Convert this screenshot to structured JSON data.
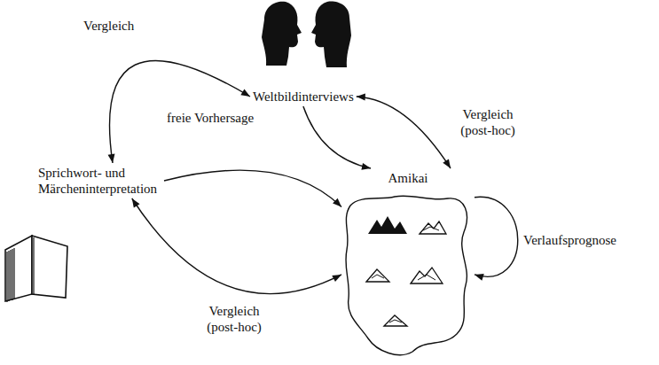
{
  "diagram": {
    "nodes": [
      {
        "text": [
          "Weltbildinterviews"
        ]
      },
      {
        "text": [
          "Sprichwort- und Märcheninterpretation"
        ]
      },
      {
        "text": [
          "Amikai"
        ]
      }
    ],
    "edges": [
      {
        "from": 0,
        "to": 1,
        "arrow": "both",
        "label": "Vergleich"
      },
      {
        "from": 0,
        "to": 2,
        "arrow": "to",
        "label": "freie Vorhersage"
      },
      {
        "from": 1,
        "to": 2,
        "arrow": "to"
      },
      {
        "from": 0,
        "to": 2,
        "arrow": "both",
        "label": "Vergleich (post-hoc)"
      },
      {
        "from": 1,
        "to": 2,
        "arrow": "both",
        "label": "Vergleich (post-hoc)"
      },
      {
        "from": 2,
        "to": 2,
        "arrow": "to",
        "label": "Verlaufsprognose"
      }
    ]
  }
}
